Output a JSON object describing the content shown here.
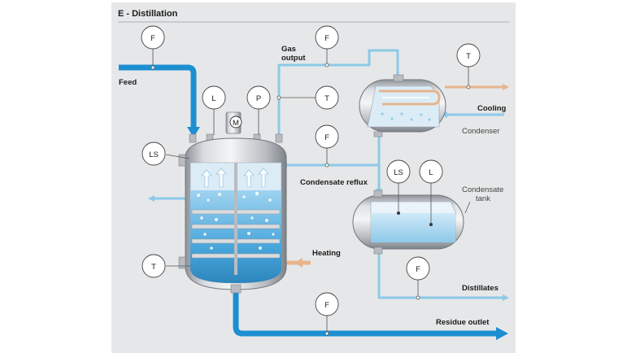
{
  "title": "E - Distillation",
  "labels": {
    "feed": "Feed",
    "gas_output_1": "Gas",
    "gas_output_2": "output",
    "cooling": "Cooling",
    "condenser": "Condenser",
    "condensate_reflux": "Condensate reflux",
    "condensate_tank_1": "Condensate",
    "condensate_tank_2": "tank",
    "heating": "Heating",
    "distillates": "Distillates",
    "residue_outlet": "Residue outlet",
    "motor": "M"
  },
  "instruments": [
    {
      "id": "flow-feed",
      "text": "F"
    },
    {
      "id": "flow-gas",
      "text": "F"
    },
    {
      "id": "temp-condenser",
      "text": "T"
    },
    {
      "id": "level-column",
      "text": "L"
    },
    {
      "id": "pressure-column",
      "text": "P"
    },
    {
      "id": "temp-gas",
      "text": "T"
    },
    {
      "id": "levelswitch-column",
      "text": "LS"
    },
    {
      "id": "flow-reflux",
      "text": "F"
    },
    {
      "id": "levelswitch-tank",
      "text": "LS"
    },
    {
      "id": "level-tank",
      "text": "L"
    },
    {
      "id": "temp-column",
      "text": "T"
    },
    {
      "id": "flow-distillates",
      "text": "F"
    },
    {
      "id": "flow-residue",
      "text": "F"
    }
  ],
  "colors": {
    "panel": "#e6e7e8",
    "thick_pipe": "#1d8fd1",
    "thin_pipe": "#8cc9e8",
    "vessel_steel": "#c9ccd0",
    "liquid": "#4aa7dc",
    "heating": "#e8b48c"
  }
}
